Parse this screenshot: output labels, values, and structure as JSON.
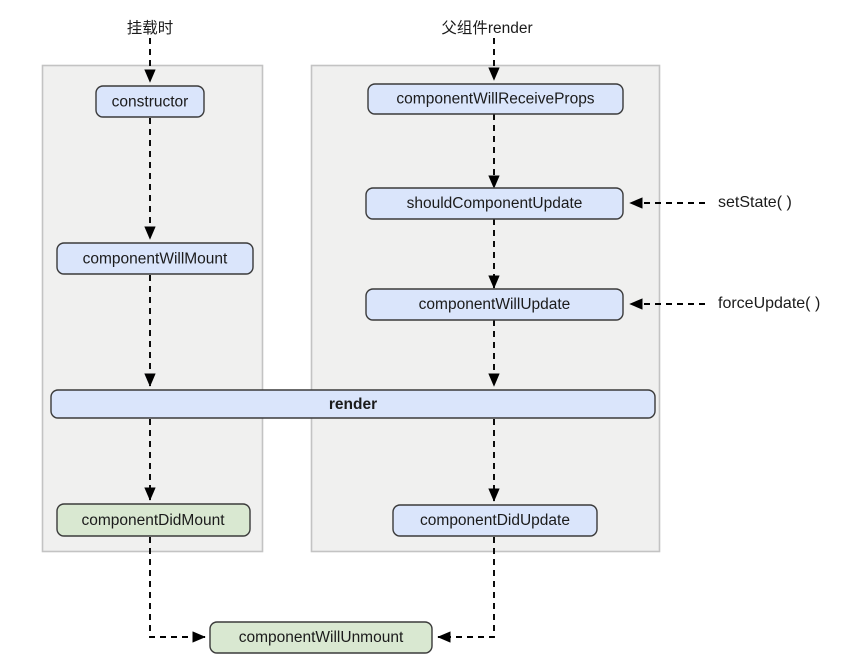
{
  "diagram": {
    "title_hidden": "",
    "captions": [
      {
        "id": "mount-caption",
        "text": "挂载时"
      },
      {
        "id": "update-caption",
        "text": "父组件render"
      }
    ],
    "panels": [
      {
        "id": "mounting-panel",
        "name": "mounting-phase-panel"
      },
      {
        "id": "updating-panel",
        "name": "updating-phase-panel"
      }
    ],
    "nodes": {
      "constructor": "constructor",
      "component_will_mount": "componentWillMount",
      "render": "render",
      "component_did_mount": "componentDidMount",
      "component_will_receive_props": "componentWillReceiveProps",
      "should_component_update": "shouldComponentUpdate",
      "component_will_update": "componentWillUpdate",
      "component_did_update": "componentDidUpdate",
      "component_will_unmount": "componentWillUnmount"
    },
    "triggers": {
      "set_state": "setState( )",
      "force_update": "forceUpdate( )"
    },
    "colors": {
      "box_blue": "#dae5fb",
      "box_green": "#d9e8d1",
      "panel_gray": "#f0f0ef",
      "panel_border": "#c3c3c3",
      "box_border": "#3a3a3a",
      "arrow": "#000000",
      "text": "#1b1b1b",
      "background": "#ffffff"
    }
  }
}
